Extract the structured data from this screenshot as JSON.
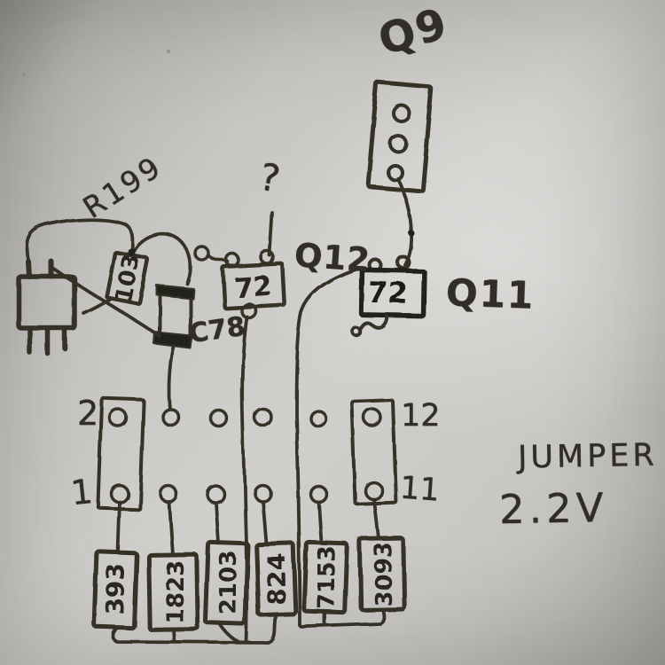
{
  "note": {
    "line1": "JUMPER",
    "line2": "2.2V"
  },
  "marks": {
    "question": "?"
  },
  "components": {
    "q9": {
      "label": "Q9"
    },
    "q12": {
      "label": "Q12",
      "value": "72"
    },
    "q11": {
      "label": "Q11",
      "value": "72"
    },
    "r199": {
      "label": "R199",
      "value": "103"
    },
    "c78": {
      "label": "C78"
    }
  },
  "pin_labels": {
    "left_top": "2",
    "left_bottom": "1",
    "right_top": "12",
    "right_bottom": "11"
  },
  "bottom_components": [
    {
      "value": "393"
    },
    {
      "value": "1823"
    },
    {
      "value": "2103"
    },
    {
      "value": "824"
    },
    {
      "value": "7153"
    },
    {
      "value": "3093"
    }
  ],
  "colors": {
    "ink": "#343028",
    "ink_bold": "#23201c",
    "paper": "#cfcecb"
  }
}
